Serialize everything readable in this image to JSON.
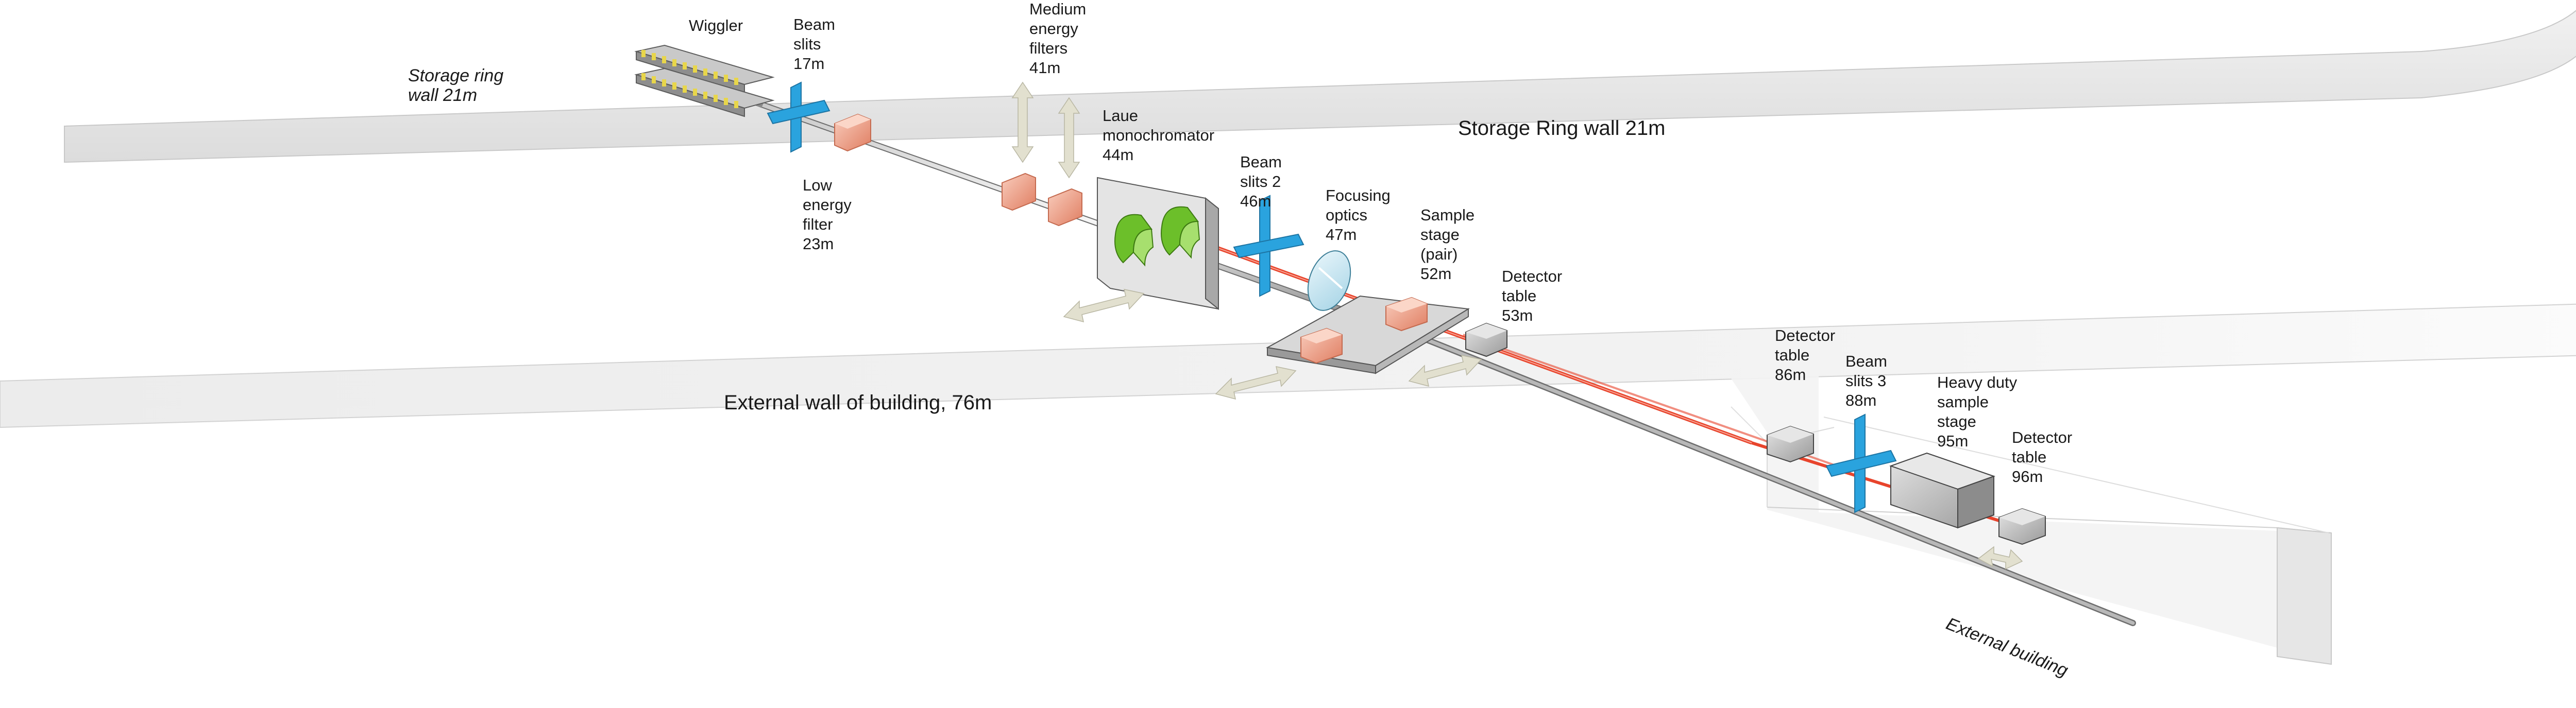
{
  "walls": {
    "storage_ring_wall": "Storage Ring wall 21m",
    "external_building_wall": "External wall of building, 76m",
    "storage_ring_wall_side": [
      "Storage ring",
      "wall 21m"
    ],
    "external_building": "External building"
  },
  "components": {
    "wiggler": [
      "Wiggler"
    ],
    "beam_slits_1": [
      "Beam",
      "slits",
      "17m"
    ],
    "low_energy_filter": [
      "Low",
      "energy",
      "filter",
      "23m"
    ],
    "medium_energy_filters": [
      "Medium",
      "energy",
      "filters",
      "41m"
    ],
    "laue_monochromator": [
      "Laue",
      "monochromator",
      "44m"
    ],
    "beam_slits_2": [
      "Beam",
      "slits 2",
      "46m"
    ],
    "focusing_optics": [
      "Focusing",
      "optics",
      "47m"
    ],
    "sample_stage_pair": [
      "Sample",
      "stage",
      "(pair)",
      "52m"
    ],
    "detector_table_53": [
      "Detector",
      "table",
      "53m"
    ],
    "detector_table_86": [
      "Detector",
      "table",
      "86m"
    ],
    "beam_slits_3": [
      "Beam",
      "slits 3",
      "88m"
    ],
    "heavy_duty_sample_stage": [
      "Heavy duty",
      "sample",
      "stage",
      "95m"
    ],
    "detector_table_96": [
      "Detector",
      "table",
      "96m"
    ]
  },
  "colors": {
    "beam": "#e8442c",
    "slits": "#2aa3de",
    "filter": "#f0a890",
    "crystal": "#6cbf2a",
    "wall": "#e9e9e9",
    "arrow": "#e2e0cf"
  }
}
